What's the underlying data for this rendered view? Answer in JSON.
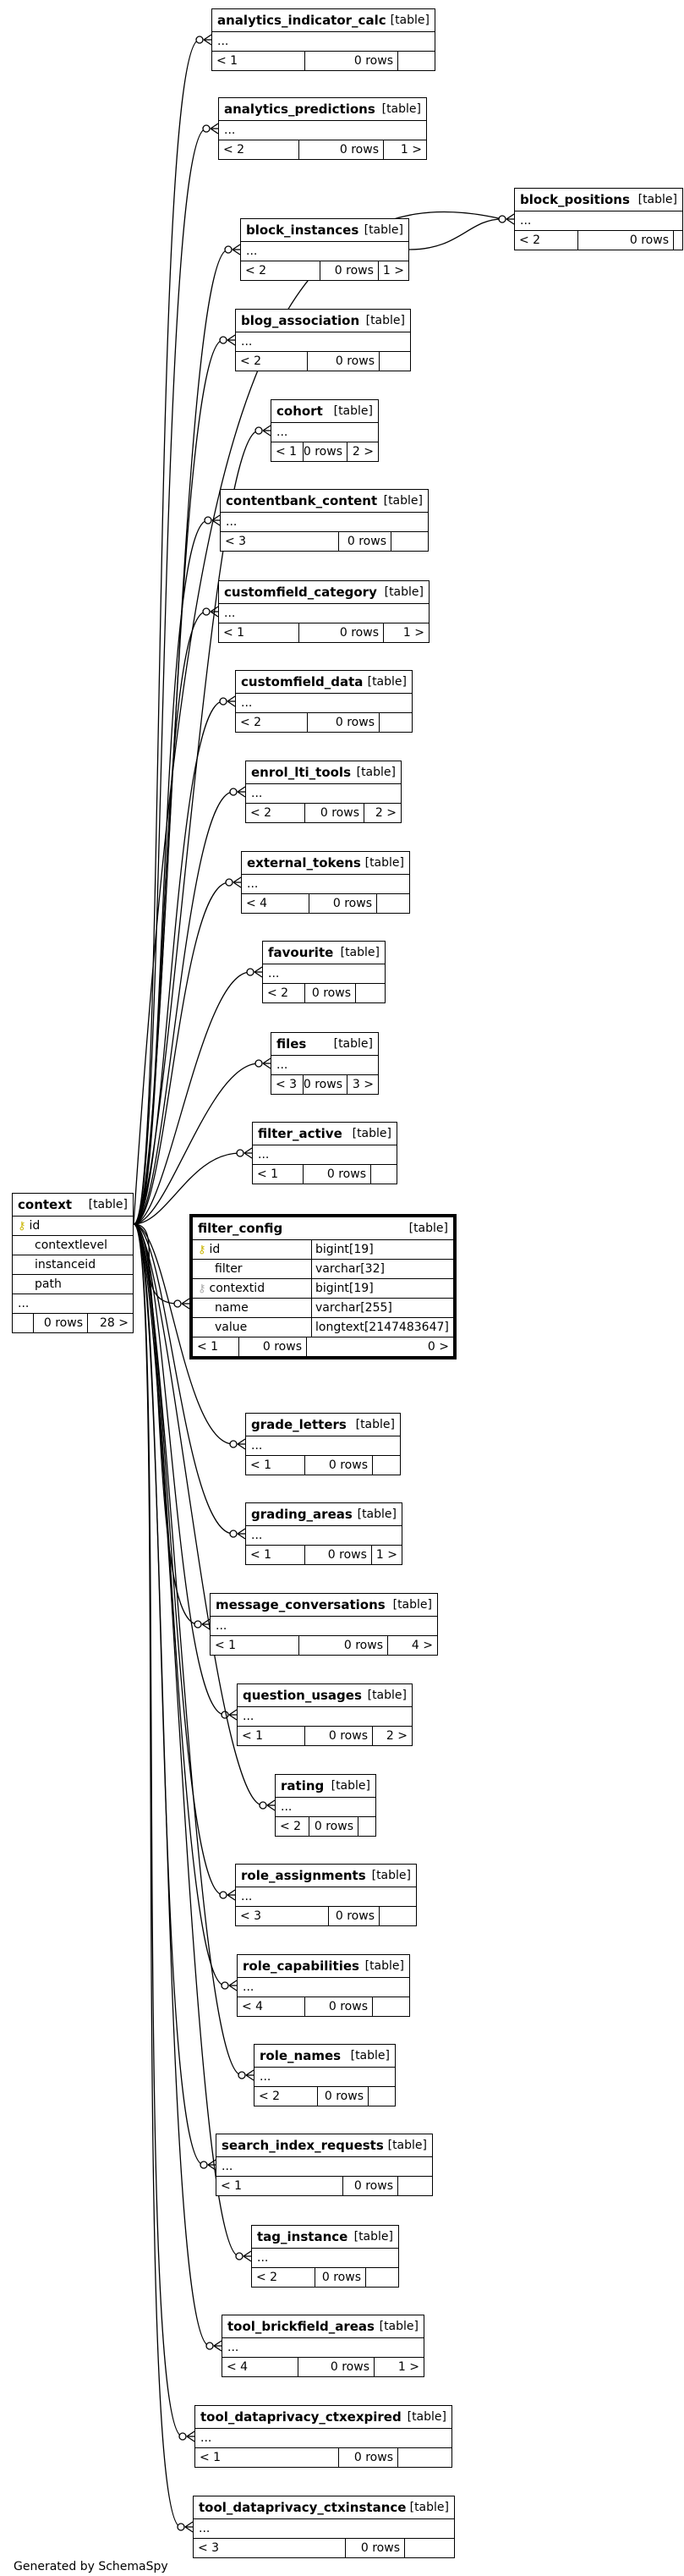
{
  "footer": "Generated by SchemaSpy",
  "kind_label": "[table]",
  "ellipsis": "...",
  "context": {
    "name": "context",
    "columns": [
      "id",
      "contextlevel",
      "instanceid",
      "path"
    ],
    "footer": [
      "",
      "0 rows",
      "28 >"
    ]
  },
  "filter_config": {
    "name": "filter_config",
    "columns": [
      {
        "name": "id",
        "type": "bigint[19]",
        "key": "pk"
      },
      {
        "name": "filter",
        "type": "varchar[32]",
        "key": ""
      },
      {
        "name": "contextid",
        "type": "bigint[19]",
        "key": "fk"
      },
      {
        "name": "name",
        "type": "varchar[255]",
        "key": ""
      },
      {
        "name": "value",
        "type": "longtext[2147483647]",
        "key": ""
      }
    ],
    "footer": [
      "< 1",
      "0 rows",
      "0 >"
    ]
  },
  "tables": [
    {
      "name": "analytics_indicator_calc",
      "footer": [
        "< 1",
        "0 rows",
        ""
      ]
    },
    {
      "name": "analytics_predictions",
      "footer": [
        "< 2",
        "0 rows",
        "1 >"
      ]
    },
    {
      "name": "block_positions",
      "footer": [
        "< 2",
        "0 rows",
        ""
      ]
    },
    {
      "name": "block_instances",
      "footer": [
        "< 2",
        "0 rows",
        "1 >"
      ]
    },
    {
      "name": "blog_association",
      "footer": [
        "< 2",
        "0 rows",
        ""
      ]
    },
    {
      "name": "cohort",
      "footer": [
        "< 1",
        "0 rows",
        "2 >"
      ]
    },
    {
      "name": "contentbank_content",
      "footer": [
        "< 3",
        "0 rows",
        ""
      ]
    },
    {
      "name": "customfield_category",
      "footer": [
        "< 1",
        "0 rows",
        "1 >"
      ]
    },
    {
      "name": "customfield_data",
      "footer": [
        "< 2",
        "0 rows",
        ""
      ]
    },
    {
      "name": "enrol_lti_tools",
      "footer": [
        "< 2",
        "0 rows",
        "2 >"
      ]
    },
    {
      "name": "external_tokens",
      "footer": [
        "< 4",
        "0 rows",
        ""
      ]
    },
    {
      "name": "favourite",
      "footer": [
        "< 2",
        "0 rows",
        ""
      ]
    },
    {
      "name": "files",
      "footer": [
        "< 3",
        "0 rows",
        "3 >"
      ]
    },
    {
      "name": "filter_active",
      "footer": [
        "< 1",
        "0 rows",
        ""
      ]
    },
    {
      "name": "grade_letters",
      "footer": [
        "< 1",
        "0 rows",
        ""
      ]
    },
    {
      "name": "grading_areas",
      "footer": [
        "< 1",
        "0 rows",
        "1 >"
      ]
    },
    {
      "name": "message_conversations",
      "footer": [
        "< 1",
        "0 rows",
        "4 >"
      ]
    },
    {
      "name": "question_usages",
      "footer": [
        "< 1",
        "0 rows",
        "2 >"
      ]
    },
    {
      "name": "rating",
      "footer": [
        "< 2",
        "0 rows",
        ""
      ]
    },
    {
      "name": "role_assignments",
      "footer": [
        "< 3",
        "0 rows",
        ""
      ]
    },
    {
      "name": "role_capabilities",
      "footer": [
        "< 4",
        "0 rows",
        ""
      ]
    },
    {
      "name": "role_names",
      "footer": [
        "< 2",
        "0 rows",
        ""
      ]
    },
    {
      "name": "search_index_requests",
      "footer": [
        "< 1",
        "0 rows",
        ""
      ]
    },
    {
      "name": "tag_instance",
      "footer": [
        "< 2",
        "0 rows",
        ""
      ]
    },
    {
      "name": "tool_brickfield_areas",
      "footer": [
        "< 4",
        "0 rows",
        "1 >"
      ]
    },
    {
      "name": "tool_dataprivacy_ctxexpired",
      "footer": [
        "< 1",
        "0 rows",
        ""
      ]
    },
    {
      "name": "tool_dataprivacy_ctxinstance",
      "footer": [
        "< 3",
        "0 rows",
        ""
      ]
    }
  ]
}
